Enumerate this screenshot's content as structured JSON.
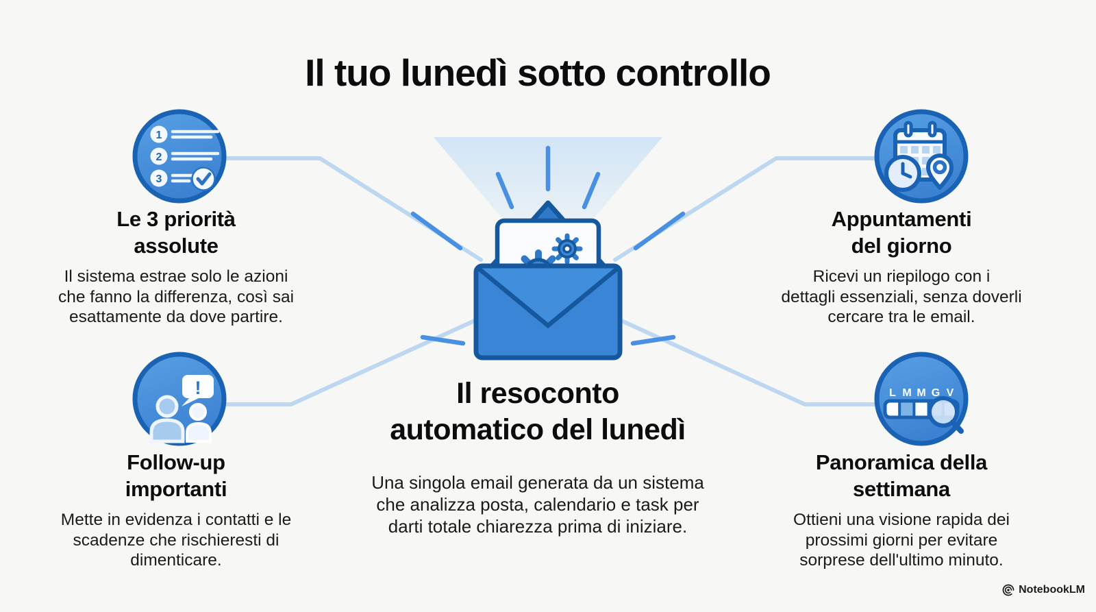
{
  "title": "Il tuo lunedì sotto controllo",
  "center": {
    "heading_line1": "Il resoconto",
    "heading_line2": "automatico del lunedì",
    "body_lines": [
      "Una singola email generata da un sistema",
      "che analizza posta, calendario e task per",
      "darti totale chiarezza prima di iniziare."
    ]
  },
  "features": {
    "priorities": {
      "heading_line1": "Le 3 priorità",
      "heading_line2": "assolute",
      "body_lines": [
        "Il sistema estrae solo le azioni",
        "che fanno la differenza, così sai",
        "esattamente da dove partire."
      ],
      "icon": "numbered-checklist-icon",
      "numbers": [
        "1",
        "2",
        "3"
      ]
    },
    "followup": {
      "heading_line1": "Follow-up",
      "heading_line2": "importanti",
      "body_lines": [
        "Mette in evidenza i contatti e le",
        "scadenze che rischieresti di",
        "dimenticare."
      ],
      "icon": "people-alert-icon",
      "exclamation": "!"
    },
    "appointments": {
      "heading_line1": "Appuntamenti",
      "heading_line2": "del giorno",
      "body_lines": [
        "Ricevi un riepilogo con i",
        "dettagli essenziali, senza doverli",
        "cercare tra le email."
      ],
      "icon": "calendar-clock-pin-icon"
    },
    "week": {
      "heading_line1": "Panoramica della",
      "heading_line2": "settimana",
      "body_lines": [
        "Ottieni una visione rapida dei",
        "prossimi giorni per evitare",
        "sorprese dell'ultimo minuto."
      ],
      "icon": "week-strip-magnifier-icon",
      "days": [
        "L",
        "M",
        "M",
        "G",
        "V"
      ]
    }
  },
  "watermark": {
    "label": "NotebookLM"
  },
  "colors": {
    "background": "#f7f8f5",
    "primary_blue": "#3d88d8",
    "dark_blue": "#15589e",
    "icon_blue": "#4a92dc",
    "icon_border": "#1a62b4",
    "connector_blue": "#bdd7f1",
    "ray_blue": "#4a90e2",
    "text_dark": "#0c0c0c"
  }
}
